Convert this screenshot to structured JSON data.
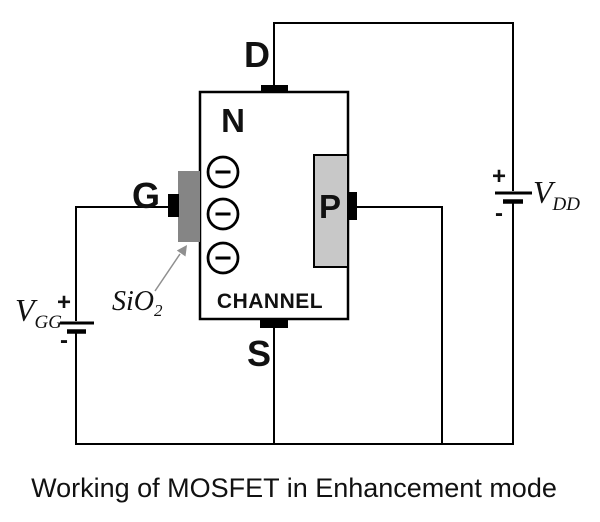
{
  "diagram": {
    "caption": "Working of MOSFET in Enhancement mode",
    "terminals": {
      "drain": "D",
      "gate": "G",
      "source": "S"
    },
    "regions": {
      "substrate": "N",
      "p_region": "P",
      "channel": "CHANNEL"
    },
    "oxide_label": {
      "text": "SiO",
      "subscript": "2"
    },
    "gate_supply": {
      "name": "V",
      "subscript": "GG",
      "positive_sign": "+",
      "negative_sign": "-"
    },
    "drain_supply": {
      "name": "V",
      "subscript": "DD",
      "positive_sign": "+",
      "negative_sign": "-"
    },
    "electrons": {
      "symbol": "-",
      "count": 3
    },
    "colors": {
      "wire": "#000000",
      "contact_fill": "#000000",
      "oxide_fill": "#858585",
      "p_region_fill": "#c8c8c8",
      "arrow": "#8f8f8f",
      "background": "#ffffff"
    }
  }
}
